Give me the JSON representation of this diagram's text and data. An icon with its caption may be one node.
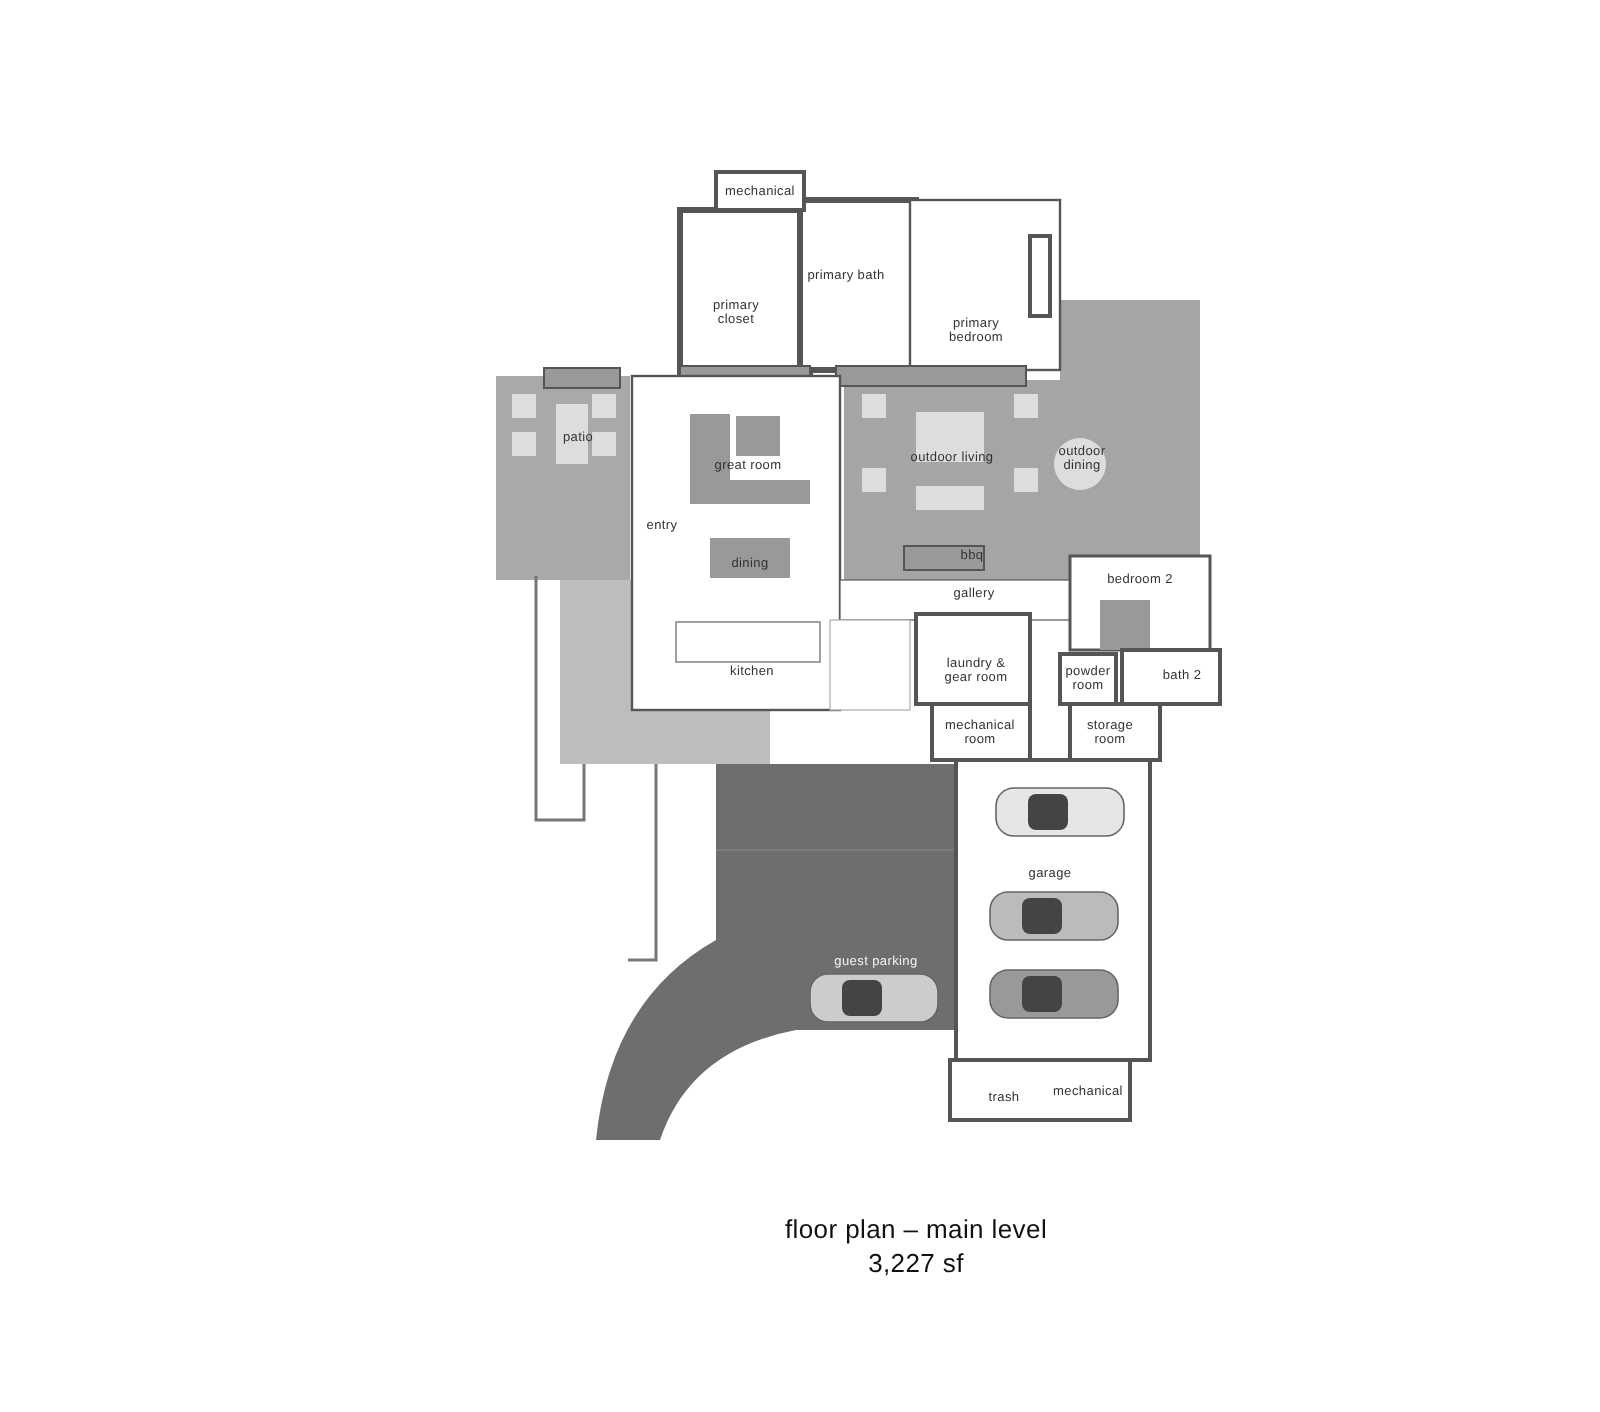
{
  "diagram": {
    "labels": [
      "mechanical",
      "primary bath",
      "primary closet",
      "primary bedroom",
      "patio",
      "great room",
      "outdoor living",
      "outdoor dining",
      "entry",
      "dining",
      "bbq",
      "gallery",
      "bedroom 2",
      "laundry & gear room",
      "powder room",
      "bath 2",
      "kitchen",
      "mechanical room",
      "storage room",
      "garage",
      "guest parking",
      "trash",
      "mechanical",
      "floor plan – main level",
      "3,227 sf"
    ]
  }
}
